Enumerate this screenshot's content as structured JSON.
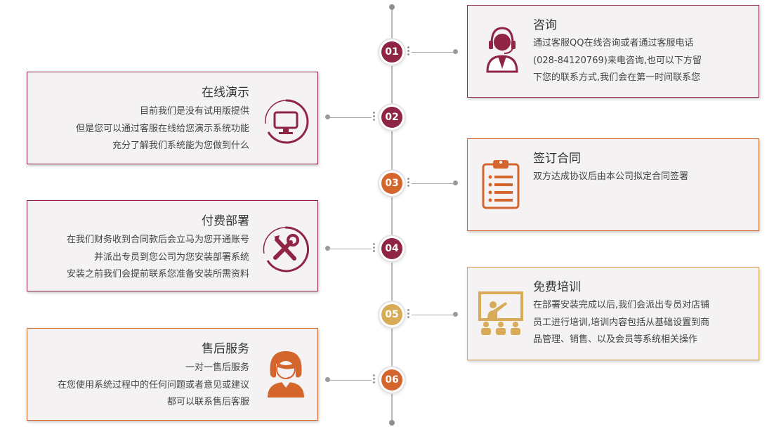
{
  "colors": {
    "maroon": "#8f2445",
    "orange": "#d3652d",
    "gold": "#d7ab57"
  },
  "steps": [
    {
      "num": "01",
      "title": "咨询",
      "side": "right",
      "icon": "customer-service-icon",
      "color": "#8f2445",
      "lines": [
        "通过客服QQ在线咨询或者通过客服电话",
        "(028-84120769)来电咨询,也可以下方留",
        "下您的联系方式,我们会在第一时间联系您"
      ]
    },
    {
      "num": "02",
      "title": "在线演示",
      "side": "left",
      "icon": "monitor-icon",
      "color": "#8f2445",
      "lines": [
        "目前我们是没有试用版提供",
        "但是您可以通过客服在线给您演示系统功能",
        "充分了解我们系统能为您做到什么"
      ]
    },
    {
      "num": "03",
      "title": "签订合同",
      "side": "right",
      "icon": "clipboard-icon",
      "color": "#d3652d",
      "lines": [
        "双方达成协议后由本公司拟定合同签署"
      ]
    },
    {
      "num": "04",
      "title": "付费部署",
      "side": "left",
      "icon": "tools-icon",
      "color": "#8f2445",
      "lines": [
        "在我们财务收到合同款后会立马为您开通账号",
        "并派出专员到您公司为您安装部署系统",
        "安装之前我们会提前联系您准备安装所需资料"
      ]
    },
    {
      "num": "05",
      "title": "免费培训",
      "side": "right",
      "icon": "training-icon",
      "color": "#d7ab57",
      "lines": [
        "在部署安装完成以后,我们会派出专员对店铺",
        "员工进行培训,培训内容包括从基础设置到商",
        "品管理、销售、以及会员等系统相关操作"
      ]
    },
    {
      "num": "06",
      "title": "售后服务",
      "side": "left",
      "icon": "support-agent-icon",
      "color": "#d3652d",
      "lines": [
        "一对一售后服务",
        "在您使用系统过程中的任何问题或者意见或建议",
        "都可以联系售后客服"
      ]
    }
  ]
}
